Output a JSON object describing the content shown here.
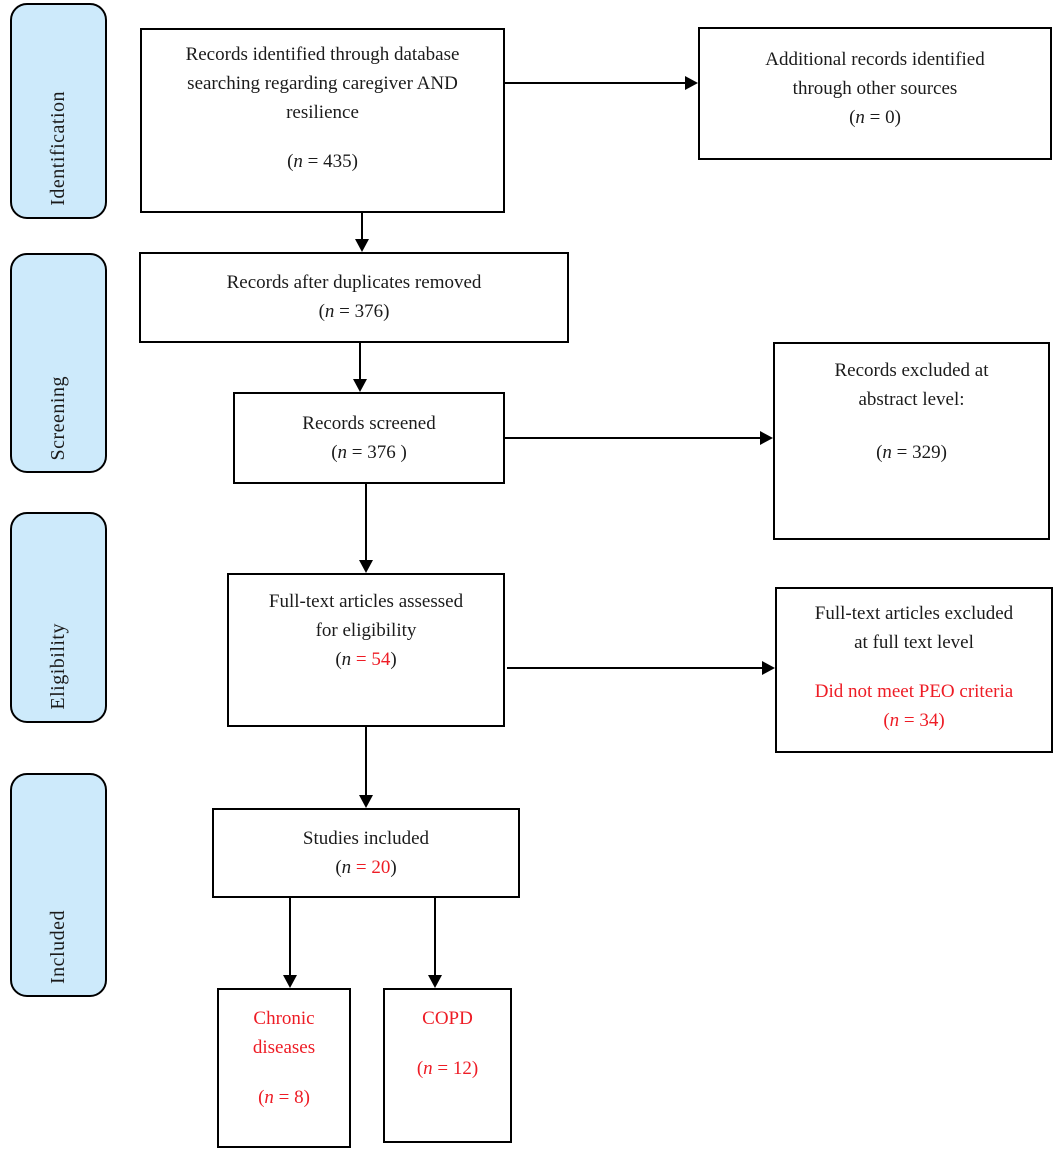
{
  "colors": {
    "red": "#ee1c25",
    "stage_fill": "#cdeafb",
    "line": "#000000",
    "text": "#1b1b1b"
  },
  "stages": {
    "identification": "Identification",
    "screening": "Screening",
    "eligibility": "Eligibility",
    "included": "Included"
  },
  "boxes": {
    "identified": {
      "line1": "Records identified through database",
      "line2": "searching regarding caregiver AND",
      "line3": "resilience",
      "open": "(",
      "n": "n",
      "rest": " = 435)"
    },
    "additional": {
      "line1": "Additional records identified",
      "line2": "through other sources",
      "open": "(",
      "n": "n",
      "rest": " = 0)"
    },
    "duplicates": {
      "line1": "Records after duplicates removed",
      "open": "(",
      "n": "n",
      "rest": " = 376)"
    },
    "screened": {
      "line1": "Records screened",
      "open": "(",
      "n": "n",
      "rest": " = 376 )"
    },
    "excluded_abstract": {
      "line1": "Records excluded at",
      "line2": "abstract level:",
      "open": "(",
      "n": "n",
      "rest": " = 329)"
    },
    "fulltext": {
      "line1": "Full-text articles assessed",
      "line2": "for eligibility",
      "open": "(",
      "n": "n",
      "red_rest": " = 54",
      "close": ")"
    },
    "excluded_fulltext": {
      "line1": "Full-text articles excluded",
      "line2": "at full text level",
      "red_line": "Did not meet PEO criteria",
      "open": "(",
      "n": "n",
      "rest": " = 34)"
    },
    "studies_included": {
      "line1": "Studies included",
      "open": "(",
      "n": "n",
      "red_rest": " = 20",
      "close": ")"
    },
    "chronic": {
      "line1": "Chronic",
      "line2": "diseases",
      "open": "(",
      "n": "n",
      "rest": " = 8)"
    },
    "copd": {
      "line1": "COPD",
      "open": "(",
      "n": "n",
      "rest": " = 12)"
    }
  }
}
